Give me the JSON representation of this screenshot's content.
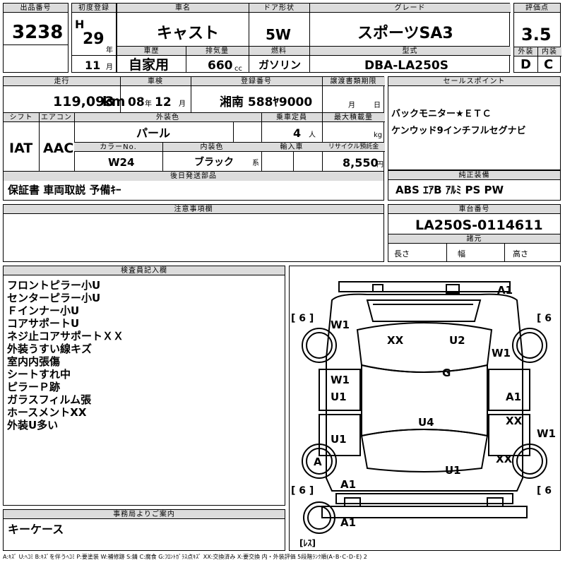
{
  "top": {
    "lot_label": "出品番号",
    "lot": "3238",
    "first_reg_label": "初度登録",
    "era": "H",
    "year": "29",
    "year_unit": "年",
    "month": "11",
    "month_unit": "月",
    "car_name_label": "車名",
    "car_name": "キャスト",
    "door_label": "ドア形状",
    "door": "5W",
    "grade_label": "グレード",
    "grade": "スポーツSA3",
    "score_label": "評価点",
    "score": "3.5",
    "history_label": "車歴",
    "history": "自家用",
    "displacement_label": "排気量",
    "displacement": "660",
    "cc": "cc",
    "fuel_label": "燃料",
    "fuel": "ガソリン",
    "model_label": "型式",
    "model": "DBA-LA250S",
    "ext_label": "外装",
    "ext": "D",
    "int_label": "内装",
    "int": "C"
  },
  "row2": {
    "mileage_label": "走行",
    "mileage": "119,093",
    "km": "km",
    "inspection_label": "車検",
    "insp_year": "08",
    "insp_month": "12",
    "year_unit": "年",
    "month_unit": "月",
    "plate_label": "登録番号",
    "plate": "湘南 588ﾔ9000",
    "transfer_label": "譲渡書類期限",
    "transfer_month": "月",
    "transfer_day": "日",
    "shift_label": "シフト",
    "shift": "IAT",
    "ac_label": "エアコン",
    "ac": "AAC",
    "exterior_color_label": "外装色",
    "exterior_color": "パール",
    "capacity_label": "乗車定員",
    "capacity": "4",
    "capacity_unit": "人",
    "load_label": "最大積載量",
    "load_unit": "kg",
    "color_no_label": "カラーNo.",
    "color_no": "W24",
    "interior_color_label": "内装色",
    "interior_color": "ブラック",
    "interior_suffix": "系",
    "import_label": "輸入車",
    "recycle_label": "リサイクル預託金",
    "recycle": "8,550",
    "yen": "円"
  },
  "sales": {
    "label": "セールスポイント",
    "lines": [
      "バックモニター★ＥＴＣ",
      "ケンウッド9インチフルセグナビ"
    ]
  },
  "later_parts": {
    "label": "後日発送部品",
    "value": "保証書 車両取説 予備ｷｰ"
  },
  "equipment": {
    "label": "純正装備",
    "value": "ABS ｴｱB ｱﾙﾐ PS PW"
  },
  "notes": {
    "label": "注意事項欄"
  },
  "chassis": {
    "label": "車台番号",
    "value": "LA250S-0114611",
    "dims_label": "諸元",
    "length": "長さ",
    "width": "幅",
    "height": "高さ"
  },
  "inspector": {
    "label": "検査員記入欄",
    "lines": [
      "フロントピラー小U",
      "センターピラー小U",
      "Ｆインナー小U",
      "コアサポートU",
      "ネジ止コアサポートＸＸ",
      "外装うすい線キズ",
      "室内内張傷",
      "シートすれ中",
      "ピラーＰ跡",
      "ガラスフィルム張",
      "ホースメントXX",
      "外装U多い"
    ]
  },
  "office": {
    "label": "事務局よりご案内",
    "value": "キーケース"
  },
  "diagram": {
    "corner_tl": "[ 6 ]",
    "corner_tr": "[ 6",
    "corner_bl": "[ 6 ]",
    "corner_br": "[ 6",
    "rest": "[ﾚｽ]",
    "marks": [
      "A1",
      "W1",
      "XX",
      "U2",
      "W1",
      "G",
      "W1",
      "U1",
      "A1",
      "U4",
      "XX",
      "W1",
      "U1",
      "XX",
      "A",
      "U1",
      "A1",
      "A1"
    ]
  },
  "legend": "A:ｷｽﾞ U:ﾍｺﾐ B:ｷｽﾞを伴うﾍｺﾐ P:要塗装 W:補修跡 S:錆 C:腐食 G:ﾌﾛﾝﾄｶﾞﾗｽ点ｷｽﾞ XX:交換済み X:要交換 内・外装評価 5段階ﾗﾝｸ順(A･B･C･D･E) 2"
}
